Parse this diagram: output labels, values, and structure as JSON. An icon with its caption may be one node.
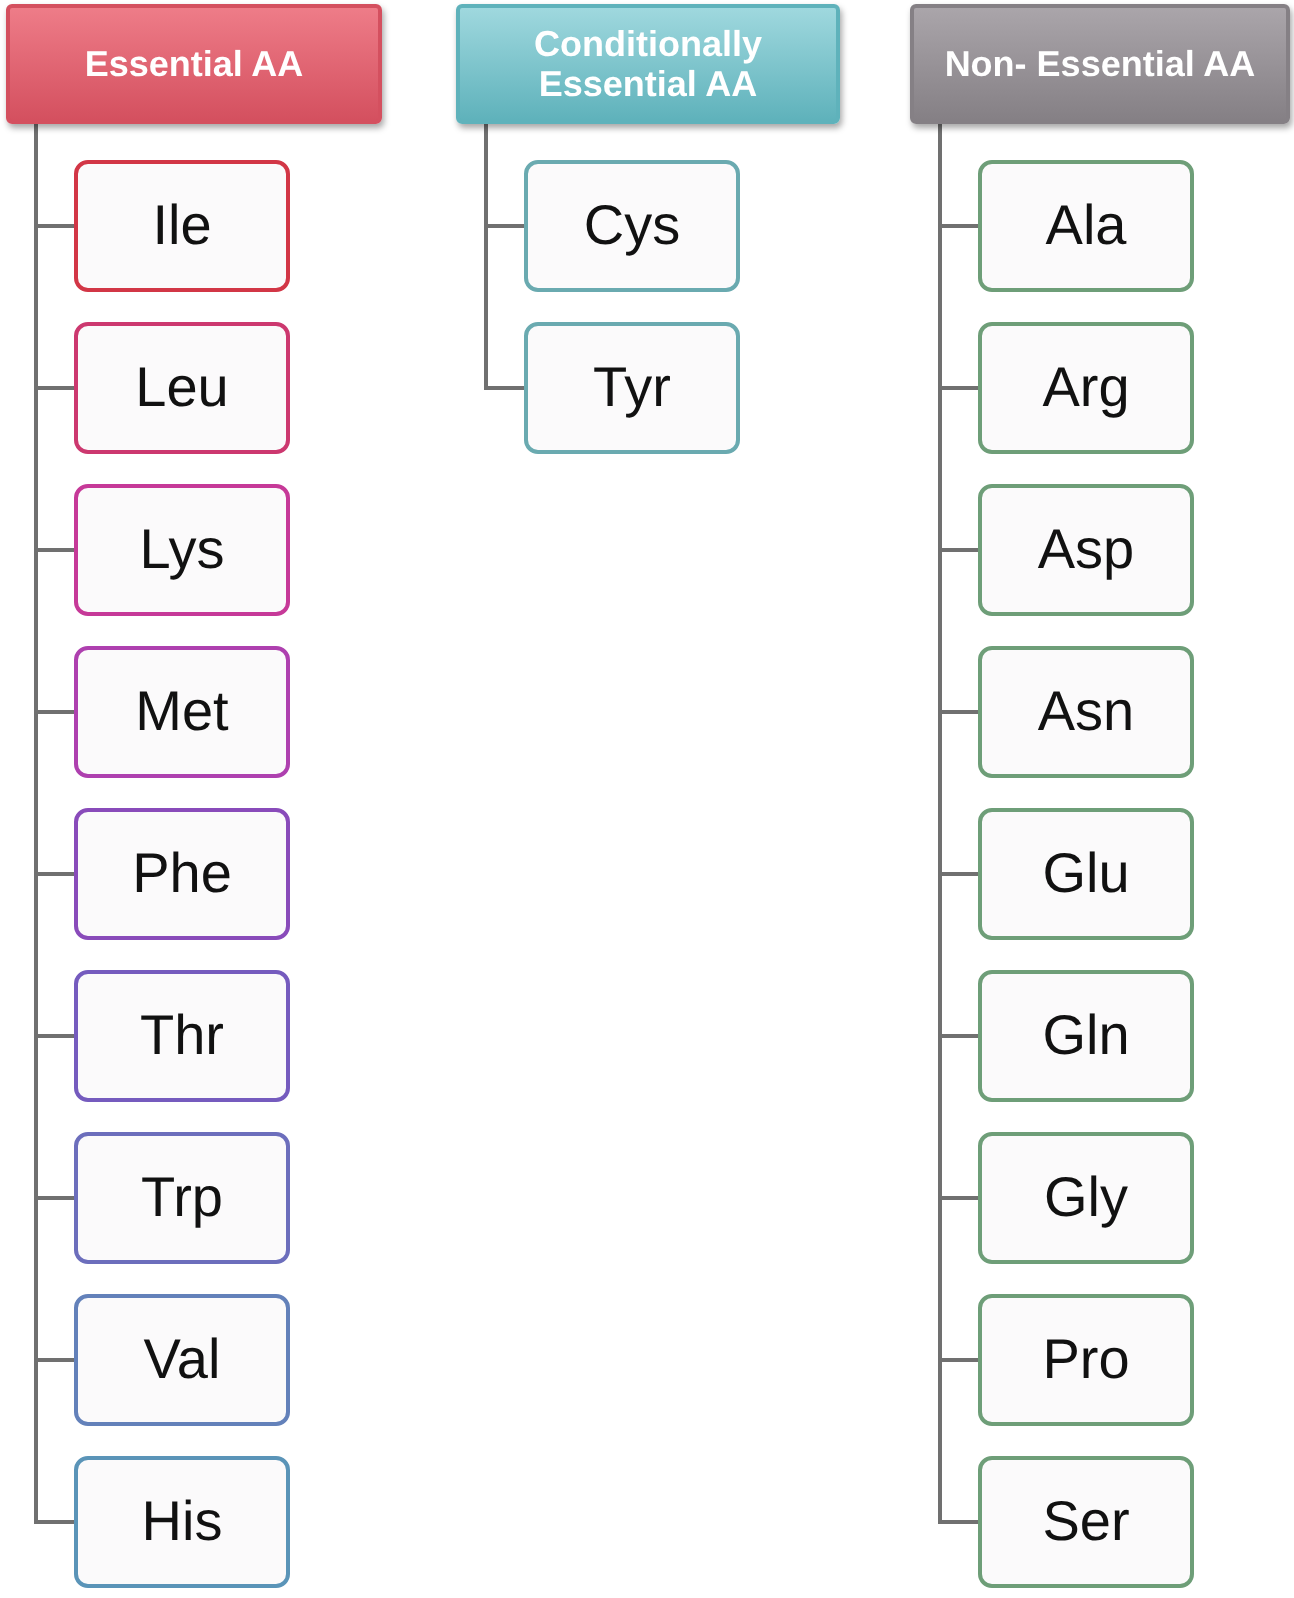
{
  "diagram": {
    "nodes": [
      {
        "text": [
          "Essential AA"
        ]
      },
      {
        "text": [
          "Ile"
        ]
      },
      {
        "text": [
          "Leu"
        ]
      },
      {
        "text": [
          "Lys"
        ]
      },
      {
        "text": [
          "Met"
        ]
      },
      {
        "text": [
          "Phe"
        ]
      },
      {
        "text": [
          "Thr"
        ]
      },
      {
        "text": [
          "Trp"
        ]
      },
      {
        "text": [
          "Val"
        ]
      },
      {
        "text": [
          "His"
        ]
      },
      {
        "text": [
          "Conditionally Essential AA"
        ]
      },
      {
        "text": [
          "Cys"
        ]
      },
      {
        "text": [
          "Tyr"
        ]
      },
      {
        "text": [
          "Non- Essential AA"
        ]
      },
      {
        "text": [
          "Ala"
        ]
      },
      {
        "text": [
          "Arg"
        ]
      },
      {
        "text": [
          "Asp"
        ]
      },
      {
        "text": [
          "Asn"
        ]
      },
      {
        "text": [
          "Glu"
        ]
      },
      {
        "text": [
          "Gln"
        ]
      },
      {
        "text": [
          "Gly"
        ]
      },
      {
        "text": [
          "Pro"
        ]
      },
      {
        "text": [
          "Ser"
        ]
      }
    ],
    "edges": [
      {
        "from": 0,
        "to": 1,
        "arrow": "none"
      },
      {
        "from": 0,
        "to": 2,
        "arrow": "none"
      },
      {
        "from": 0,
        "to": 3,
        "arrow": "none"
      },
      {
        "from": 0,
        "to": 4,
        "arrow": "none"
      },
      {
        "from": 0,
        "to": 5,
        "arrow": "none"
      },
      {
        "from": 0,
        "to": 6,
        "arrow": "none"
      },
      {
        "from": 0,
        "to": 7,
        "arrow": "none"
      },
      {
        "from": 0,
        "to": 8,
        "arrow": "none"
      },
      {
        "from": 0,
        "to": 9,
        "arrow": "none"
      },
      {
        "from": 10,
        "to": 11,
        "arrow": "none"
      },
      {
        "from": 10,
        "to": 12,
        "arrow": "none"
      },
      {
        "from": 13,
        "to": 14,
        "arrow": "none"
      },
      {
        "from": 13,
        "to": 15,
        "arrow": "none"
      },
      {
        "from": 13,
        "to": 16,
        "arrow": "none"
      },
      {
        "from": 13,
        "to": 17,
        "arrow": "none"
      },
      {
        "from": 13,
        "to": 18,
        "arrow": "none"
      },
      {
        "from": 13,
        "to": 19,
        "arrow": "none"
      },
      {
        "from": 13,
        "to": 20,
        "arrow": "none"
      },
      {
        "from": 13,
        "to": 21,
        "arrow": "none"
      },
      {
        "from": 13,
        "to": 22,
        "arrow": "none"
      }
    ]
  }
}
